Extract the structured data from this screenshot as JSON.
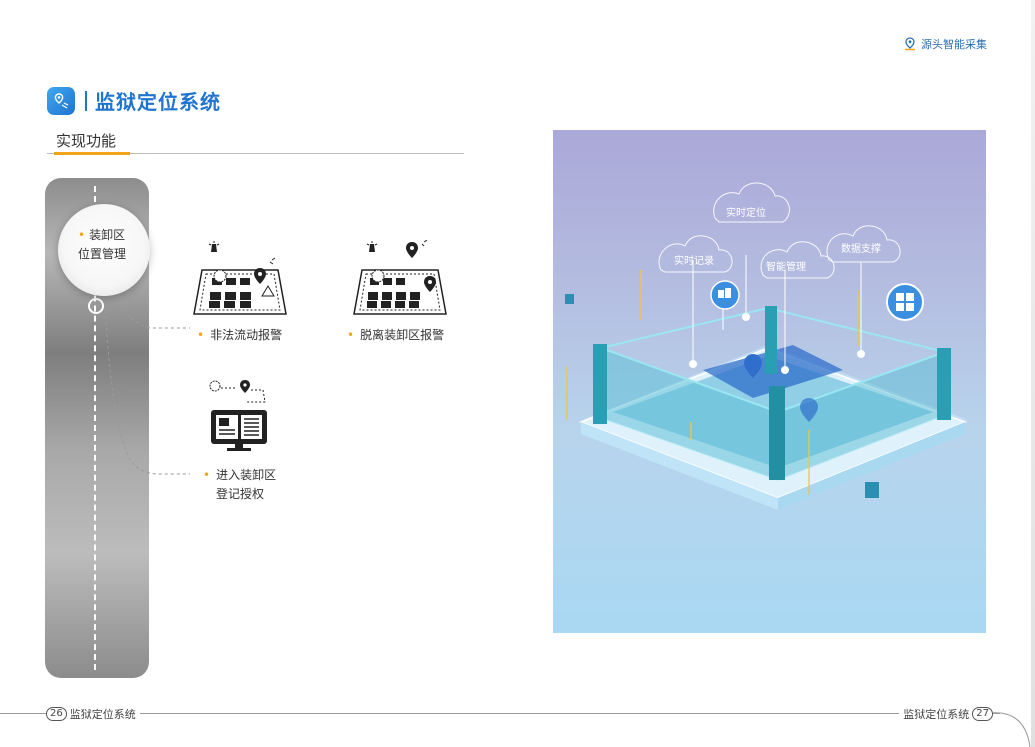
{
  "brand": {
    "label": "源头智能采集",
    "icon": "location-pin-icon",
    "color": "#2b6fb3"
  },
  "header": {
    "title": "监狱定位系统",
    "icon": "location-map-icon",
    "accent": "#1f74cf"
  },
  "section": {
    "subtitle": "实现功能",
    "accent": "#f2a51a"
  },
  "main_node": {
    "line1": "装卸区",
    "line2": "位置管理"
  },
  "features": [
    {
      "label": "非法流动报警",
      "icon": "illegal-flow-alarm-icon"
    },
    {
      "label": "脱离装卸区报警",
      "icon": "leave-area-alarm-icon"
    },
    {
      "line1": "进入装卸区",
      "line2": "登记授权",
      "icon": "entry-registration-icon"
    }
  ],
  "scene": {
    "clouds": [
      "实时定位",
      "实时记录",
      "智能管理",
      "数据支撑"
    ]
  },
  "footer": {
    "left_page": "26",
    "left_title": "监狱定位系统",
    "right_page": "27",
    "right_title": "监狱定位系统"
  }
}
